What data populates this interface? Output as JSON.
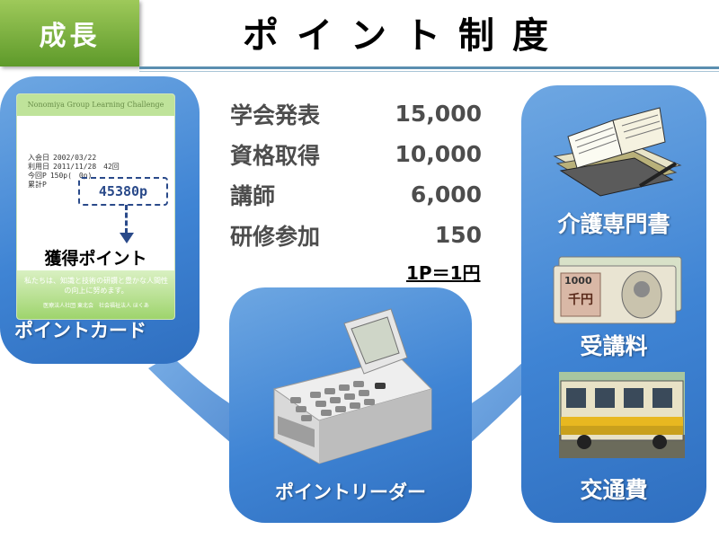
{
  "header": {
    "tag": "成長",
    "title": "ポイント制度"
  },
  "card": {
    "header": "Nonomiya Group Learning Challenge",
    "info_rows": [
      {
        "label": "入会日",
        "value": "2002/03/22"
      },
      {
        "label": "利用日",
        "value": "2011/11/28　42回"
      },
      {
        "label": "今回P",
        "value": "150p(　0p)"
      },
      {
        "label": "累計P",
        "value": ""
      }
    ],
    "points": "45380p",
    "earned_label": "獲得ポイント",
    "motto": "私たちは、知識と技術の研鑽と豊かな人間性の向上に努めます。",
    "footer": "医療法人社団 東北会　社会福祉法人 ほくあ",
    "caption": "ポイントカード"
  },
  "points_list": [
    {
      "name": "学会発表",
      "points": "15,000"
    },
    {
      "name": "資格取得",
      "points": "10,000"
    },
    {
      "name": "講師",
      "points": "6,000"
    },
    {
      "name": "研修参加",
      "points": "150"
    }
  ],
  "rate": "1P＝1円",
  "reader": {
    "caption": "ポイントリーダー"
  },
  "uses": {
    "books": "介護専門書",
    "tuition": "受講料",
    "transport": "交通費"
  },
  "banknote": {
    "denomination": "1000",
    "label": "千円"
  },
  "icons": [
    "book-stack-icon",
    "banknote-icon",
    "train-icon",
    "card-reader-icon"
  ],
  "colors": {
    "tag_green": "#6fa93a",
    "panel_blue": "#3f84d4",
    "rule_blue": "#5b8fb0",
    "list_text": "#4d4d4d"
  }
}
